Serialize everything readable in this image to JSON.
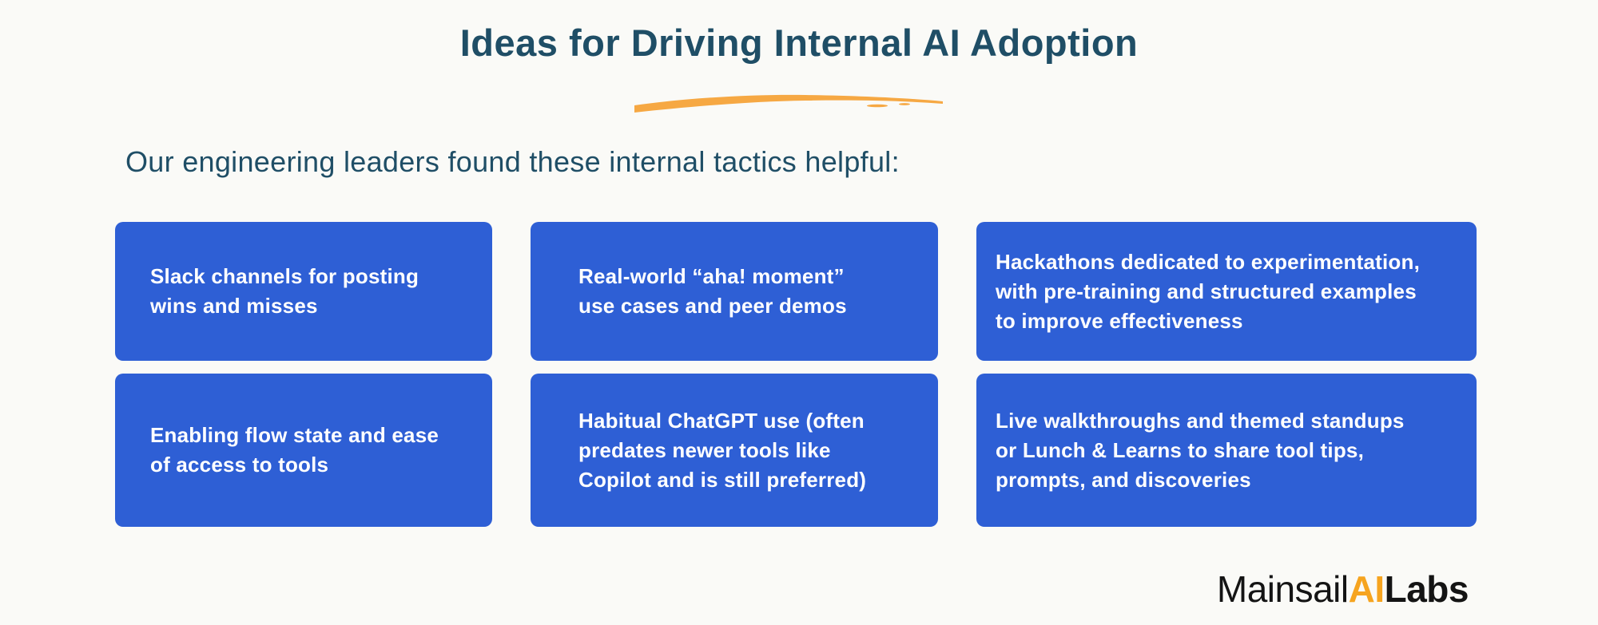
{
  "slide": {
    "title": "Ideas for Driving Internal AI Adoption",
    "subtitle": "Our engineering leaders found these internal tactics helpful:",
    "colors": {
      "background": "#FAFAF7",
      "title_text": "#1F4E66",
      "card_background": "#2E5FD5",
      "card_text": "#FFFFFF",
      "swoosh_orange": "#F6A843",
      "logo_ai_orange": "#F6A41F",
      "logo_text": "#141414"
    }
  },
  "cards": [
    {
      "text": "Slack channels for posting\nwins and misses"
    },
    {
      "text": "Real-world “aha! moment”\nuse cases and peer demos"
    },
    {
      "text": "Hackathons dedicated to experimentation,\nwith pre-training and structured examples\nto improve effectiveness"
    },
    {
      "text": "Enabling flow state and ease\nof access to tools"
    },
    {
      "text": "Habitual ChatGPT use (often\npredates newer tools like\nCopilot and is still preferred)"
    },
    {
      "text": "Live walkthroughs and themed standups\nor Lunch & Learns to share tool tips,\nprompts, and discoveries"
    }
  ],
  "logo": {
    "part_mainsail": "Mainsail",
    "part_ai": "AI",
    "part_labs": "Labs"
  }
}
